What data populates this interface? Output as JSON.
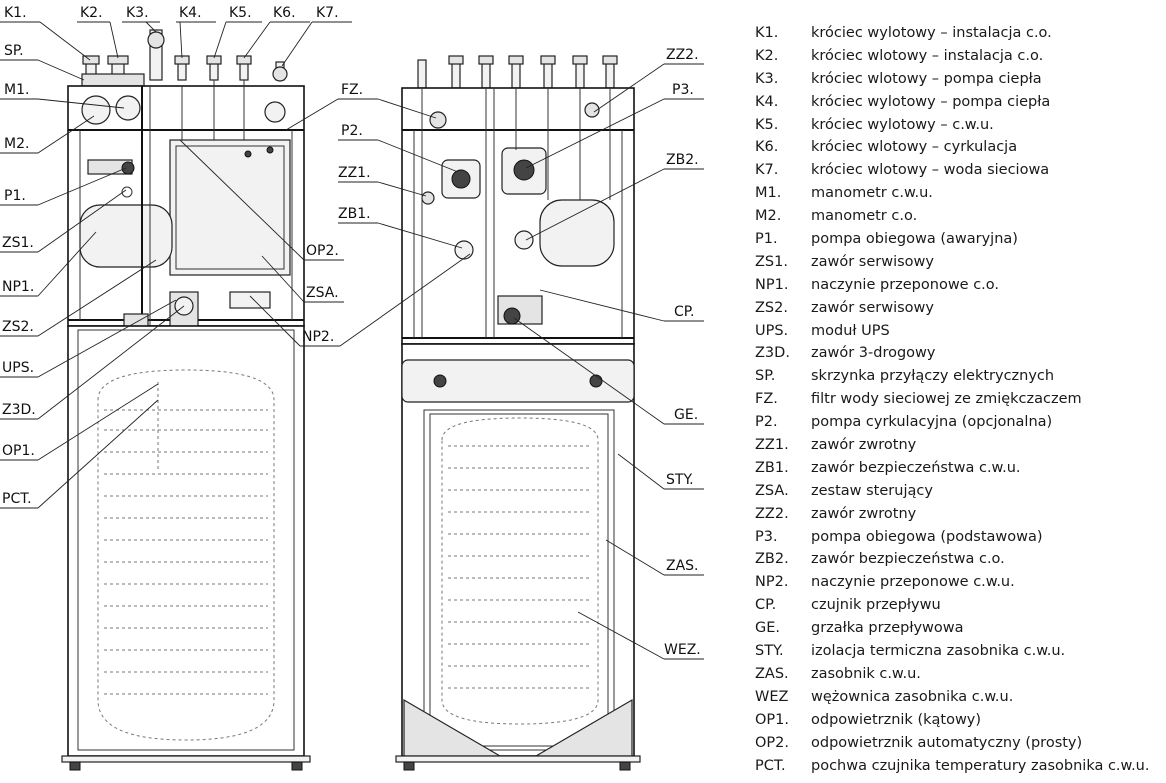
{
  "legend": [
    {
      "code": "K1.",
      "desc": "króciec wylotowy – instalacja c.o."
    },
    {
      "code": "K2.",
      "desc": "króciec wlotowy – instalacja c.o."
    },
    {
      "code": "K3.",
      "desc": "króciec wlotowy – pompa ciepła"
    },
    {
      "code": "K4.",
      "desc": "króciec wylotowy – pompa ciepła"
    },
    {
      "code": "K5.",
      "desc": "króciec wylotowy – c.w.u."
    },
    {
      "code": "K6.",
      "desc": "króciec wlotowy – cyrkulacja"
    },
    {
      "code": "K7.",
      "desc": "króciec wlotowy – woda sieciowa"
    },
    {
      "code": "M1.",
      "desc": "manometr c.w.u."
    },
    {
      "code": "M2.",
      "desc": "manometr c.o."
    },
    {
      "code": "P1.",
      "desc": "pompa obiegowa (awaryjna)"
    },
    {
      "code": "ZS1.",
      "desc": "zawór serwisowy"
    },
    {
      "code": "NP1.",
      "desc": "naczynie przeponowe c.o."
    },
    {
      "code": "ZS2.",
      "desc": "zawór serwisowy"
    },
    {
      "code": "UPS.",
      "desc": "moduł UPS"
    },
    {
      "code": "Z3D.",
      "desc": "zawór 3-drogowy"
    },
    {
      "code": "SP.",
      "desc": "skrzynka przyłączy elektrycznych"
    },
    {
      "code": "FZ.",
      "desc": "filtr wody sieciowej ze zmiękczaczem"
    },
    {
      "code": "P2.",
      "desc": "pompa cyrkulacyjna (opcjonalna)"
    },
    {
      "code": "ZZ1.",
      "desc": "zawór zwrotny"
    },
    {
      "code": "ZB1.",
      "desc": "zawór bezpieczeństwa c.w.u."
    },
    {
      "code": "ZSA.",
      "desc": "zestaw sterujący"
    },
    {
      "code": "ZZ2.",
      "desc": "zawór zwrotny"
    },
    {
      "code": "P3.",
      "desc": "pompa obiegowa (podstawowa)"
    },
    {
      "code": "ZB2.",
      "desc": "zawór bezpieczeństwa c.o."
    },
    {
      "code": "NP2.",
      "desc": "naczynie przeponowe c.w.u."
    },
    {
      "code": "CP.",
      "desc": "czujnik przepływu"
    },
    {
      "code": "GE.",
      "desc": "grzałka przepływowa"
    },
    {
      "code": "STY.",
      "desc": "izolacja termiczna zasobnika c.w.u."
    },
    {
      "code": "ZAS.",
      "desc": "zasobnik c.w.u."
    },
    {
      "code": "WEZ",
      "desc": "wężownica zasobnika c.w.u."
    },
    {
      "code": "OP1.",
      "desc": "odpowietrznik (kątowy)"
    },
    {
      "code": "OP2.",
      "desc": "odpowietrznik automatyczny (prosty)"
    },
    {
      "code": "PCT.",
      "desc": "pochwa czujnika temperatury zasobnika c.w.u."
    }
  ],
  "callouts": {
    "k1": "K1.",
    "k2": "K2.",
    "k3": "K3.",
    "k4": "K4.",
    "k5": "K5.",
    "k6": "K6.",
    "k7": "K7.",
    "sp": "SP.",
    "m1": "M1.",
    "m2": "M2.",
    "p1": "P1.",
    "zs1": "ZS1.",
    "np1": "NP1.",
    "zs2": "ZS2.",
    "ups": "UPS.",
    "z3d": "Z3D.",
    "op1": "OP1.",
    "pct": "PCT.",
    "fz": "FZ.",
    "p2": "P2.",
    "zz1": "ZZ1.",
    "zb1": "ZB1.",
    "op2": "OP2.",
    "zsa": "ZSA.",
    "np2": "NP2.",
    "zz2": "ZZ2.",
    "p3": "P3.",
    "zb2": "ZB2.",
    "cp": "CP.",
    "ge": "GE.",
    "sty": "STY.",
    "zas": "ZAS.",
    "wez": "WEZ."
  }
}
